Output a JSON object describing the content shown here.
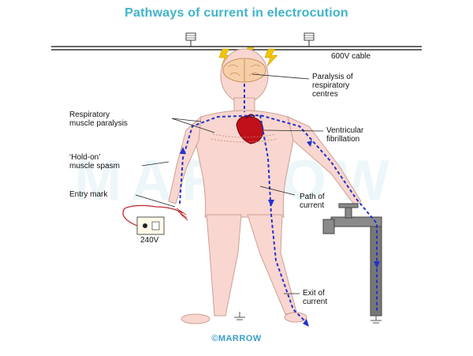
{
  "title": "Pathways of current in electrocution",
  "watermark": "MARROW",
  "copyright": "©MARROW",
  "labels": {
    "cable": "600V cable",
    "paralysis": "Paralysis of\nrespiratory\ncentres",
    "resp_muscle": "Respiratory\nmuscle paralysis",
    "ventricular": "Ventricular\nfibrillation",
    "hold_on": "‘Hold-on’\nmuscle spasm",
    "path": "Path of\ncurrent",
    "entry": "Entry mark",
    "voltage": "240V",
    "exit": "Exit of\ncurrent"
  },
  "icons": [
    "lightning-icon",
    "heart-icon",
    "brain-icon",
    "tap-icon",
    "socket-icon",
    "ground-icon"
  ],
  "colors": {
    "title": "#40b4c8",
    "skin": "#f9d6cf",
    "current": "#2233cc",
    "heart": "#c0101a",
    "bolt": "#f2c400"
  }
}
